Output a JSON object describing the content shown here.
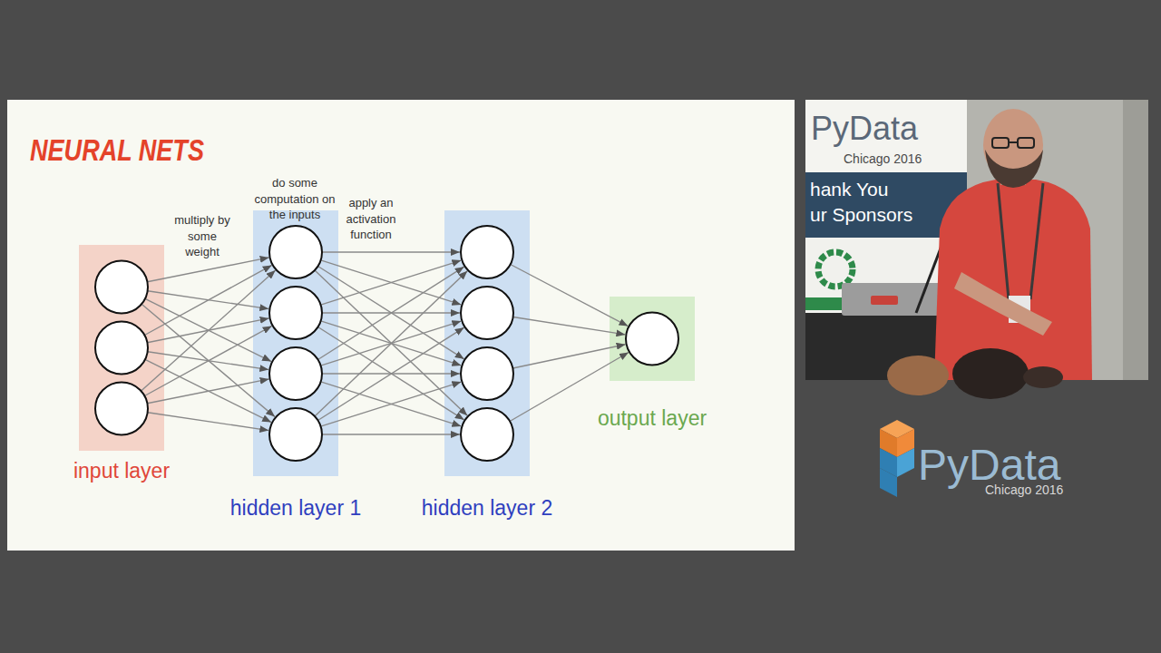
{
  "diagram": {
    "title": "NEURAL NETS",
    "nodes": [
      {
        "text": [
          "input layer"
        ]
      },
      {
        "text": [
          "hidden layer 1"
        ]
      },
      {
        "text": [
          "hidden layer 2"
        ]
      },
      {
        "text": [
          "output layer"
        ]
      }
    ],
    "edges": [
      {
        "from": 0,
        "to": 1,
        "arrow": "to"
      },
      {
        "from": 1,
        "to": 2,
        "arrow": "to"
      },
      {
        "from": 2,
        "to": 3,
        "arrow": "to"
      }
    ],
    "labels": [
      "multiply by some weight",
      "do some computation on the inputs",
      "apply an activation function",
      "PyData",
      "Chicago 2016",
      "hank You",
      "ur Sponsors",
      "PyData",
      "Chicago 2016"
    ]
  }
}
